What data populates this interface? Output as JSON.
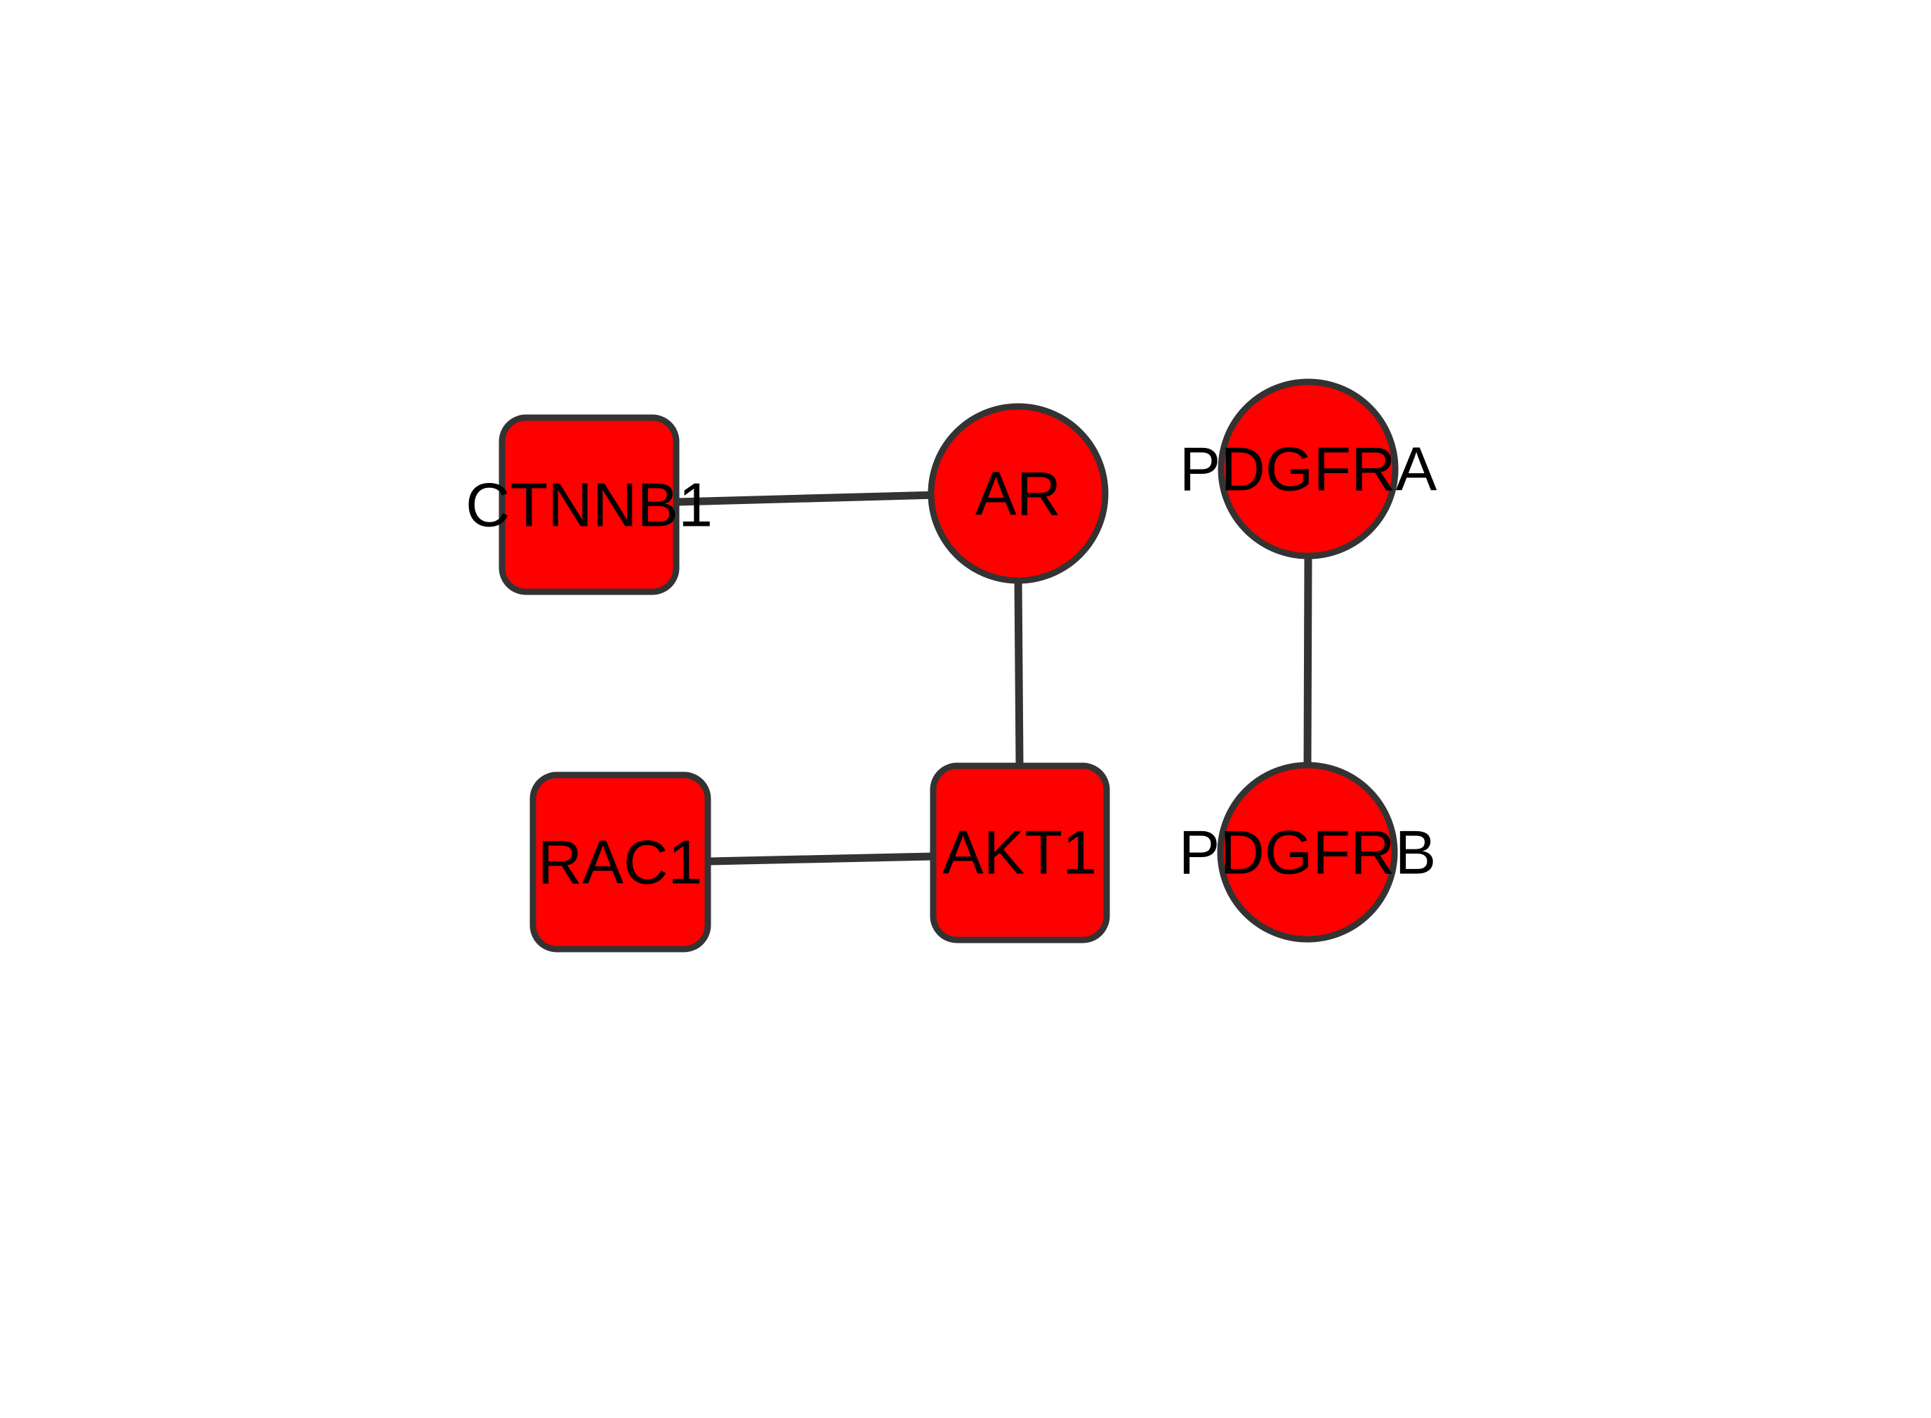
{
  "network": {
    "node_color": "#ff0000",
    "border_color": "#333333",
    "edge_color": "#333333",
    "label_color": "#000000",
    "nodes": [
      {
        "id": "CTNNB1",
        "label": "CTNNB1",
        "shape": "round-rectangle"
      },
      {
        "id": "AR",
        "label": "AR",
        "shape": "circle"
      },
      {
        "id": "PDGFRA",
        "label": "PDGFRA",
        "shape": "circle"
      },
      {
        "id": "RAC1",
        "label": "RAC1",
        "shape": "round-rectangle"
      },
      {
        "id": "AKT1",
        "label": "AKT1",
        "shape": "round-rectangle"
      },
      {
        "id": "PDGFRB",
        "label": "PDGFRB",
        "shape": "circle"
      }
    ],
    "edges": [
      {
        "source": "CTNNB1",
        "target": "AR"
      },
      {
        "source": "AR",
        "target": "AKT1"
      },
      {
        "source": "RAC1",
        "target": "AKT1"
      },
      {
        "source": "PDGFRA",
        "target": "PDGFRB"
      }
    ]
  }
}
